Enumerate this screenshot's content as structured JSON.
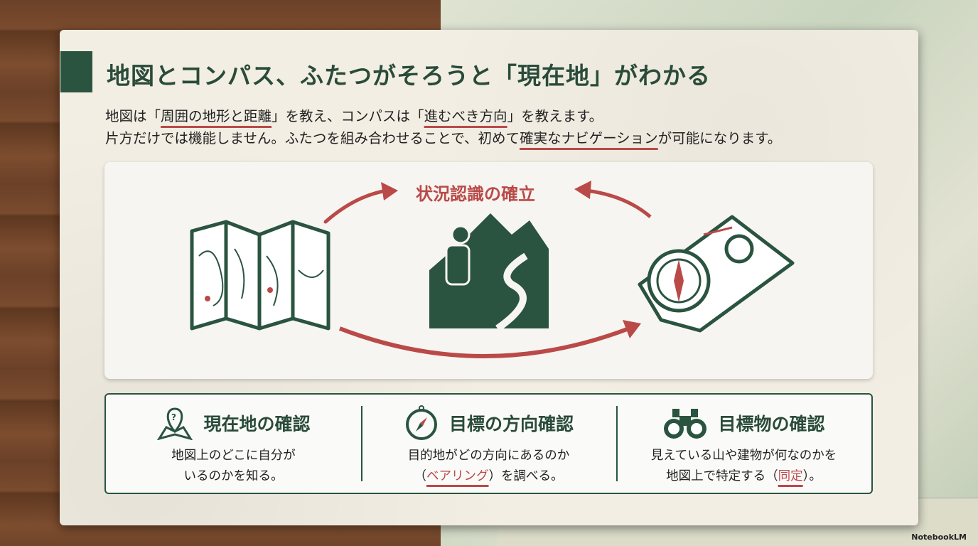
{
  "title": "地図とコンパス、ふたつがそろうと「現在地」がわかる",
  "intro": {
    "l1a": "地図は「",
    "l1b": "周囲の地形と距離",
    "l1c": "」を教え、コンパスは「",
    "l1d": "進むべき方向",
    "l1e": "」を教えます。",
    "l2a": "片方だけでは機能しません。ふたつを組み合わせることで、初めて",
    "l2b": "確実なナビゲーション",
    "l2c": "が可能になります。"
  },
  "diagram": {
    "center_label": "状況認識の確立"
  },
  "cards": [
    {
      "title": "現在地の確認",
      "body1": "地図上のどこに自分が",
      "body2": "いるのかを知る。"
    },
    {
      "title": "目標の方向確認",
      "body1": "目的地がどの方向にあるのか",
      "body2a": "（",
      "body2b": "ベアリング",
      "body2c": "）を調べる。"
    },
    {
      "title": "目標物の確認",
      "body1": "見えている山や建物が何なのかを",
      "body2a": "地図上で特定する（",
      "body2b": "同定",
      "body2c": "）。"
    }
  ],
  "watermark": "NotebookLM",
  "colors": {
    "green": "#2a5440",
    "red": "#b94a48"
  }
}
